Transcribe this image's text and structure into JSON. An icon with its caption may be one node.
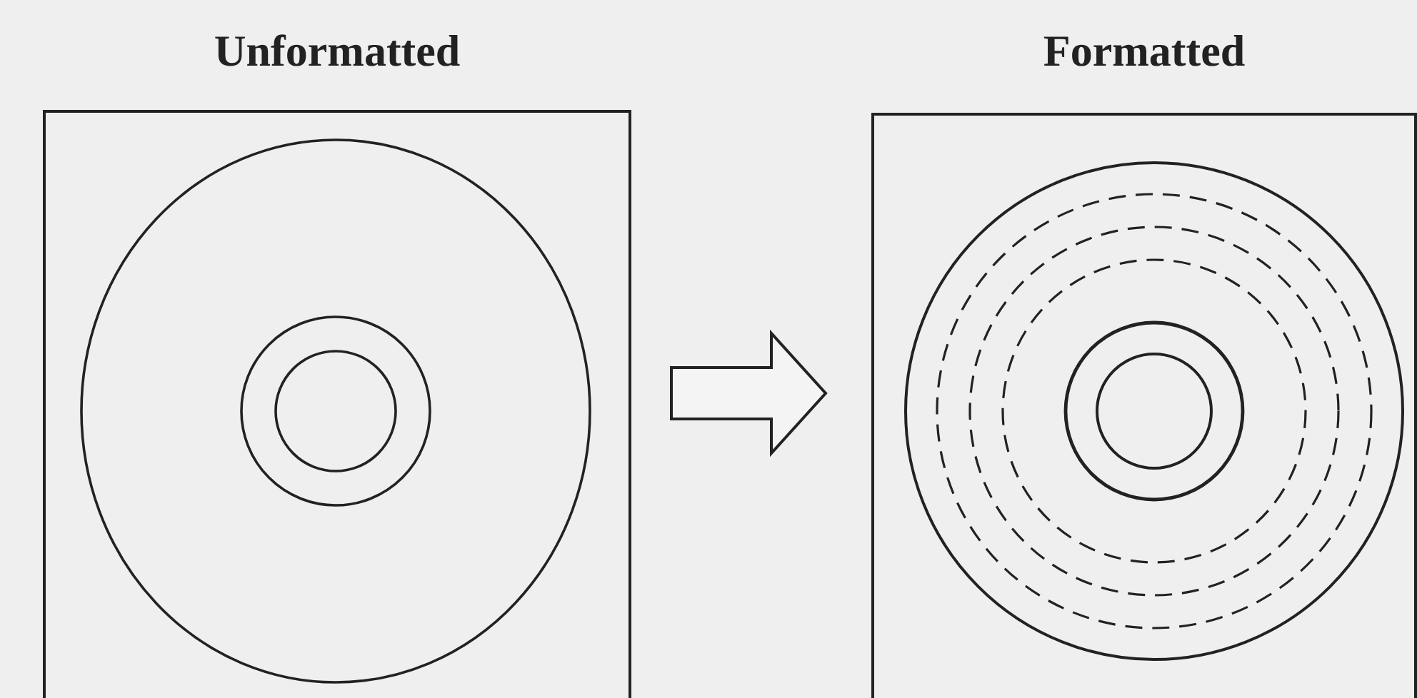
{
  "diagram": {
    "nodes": [
      {
        "text": [
          "Unformatted"
        ]
      },
      {
        "text": [
          "Formatted"
        ]
      }
    ],
    "edges": [
      {
        "from": 0,
        "to": 1,
        "arrow": "to"
      }
    ]
  }
}
